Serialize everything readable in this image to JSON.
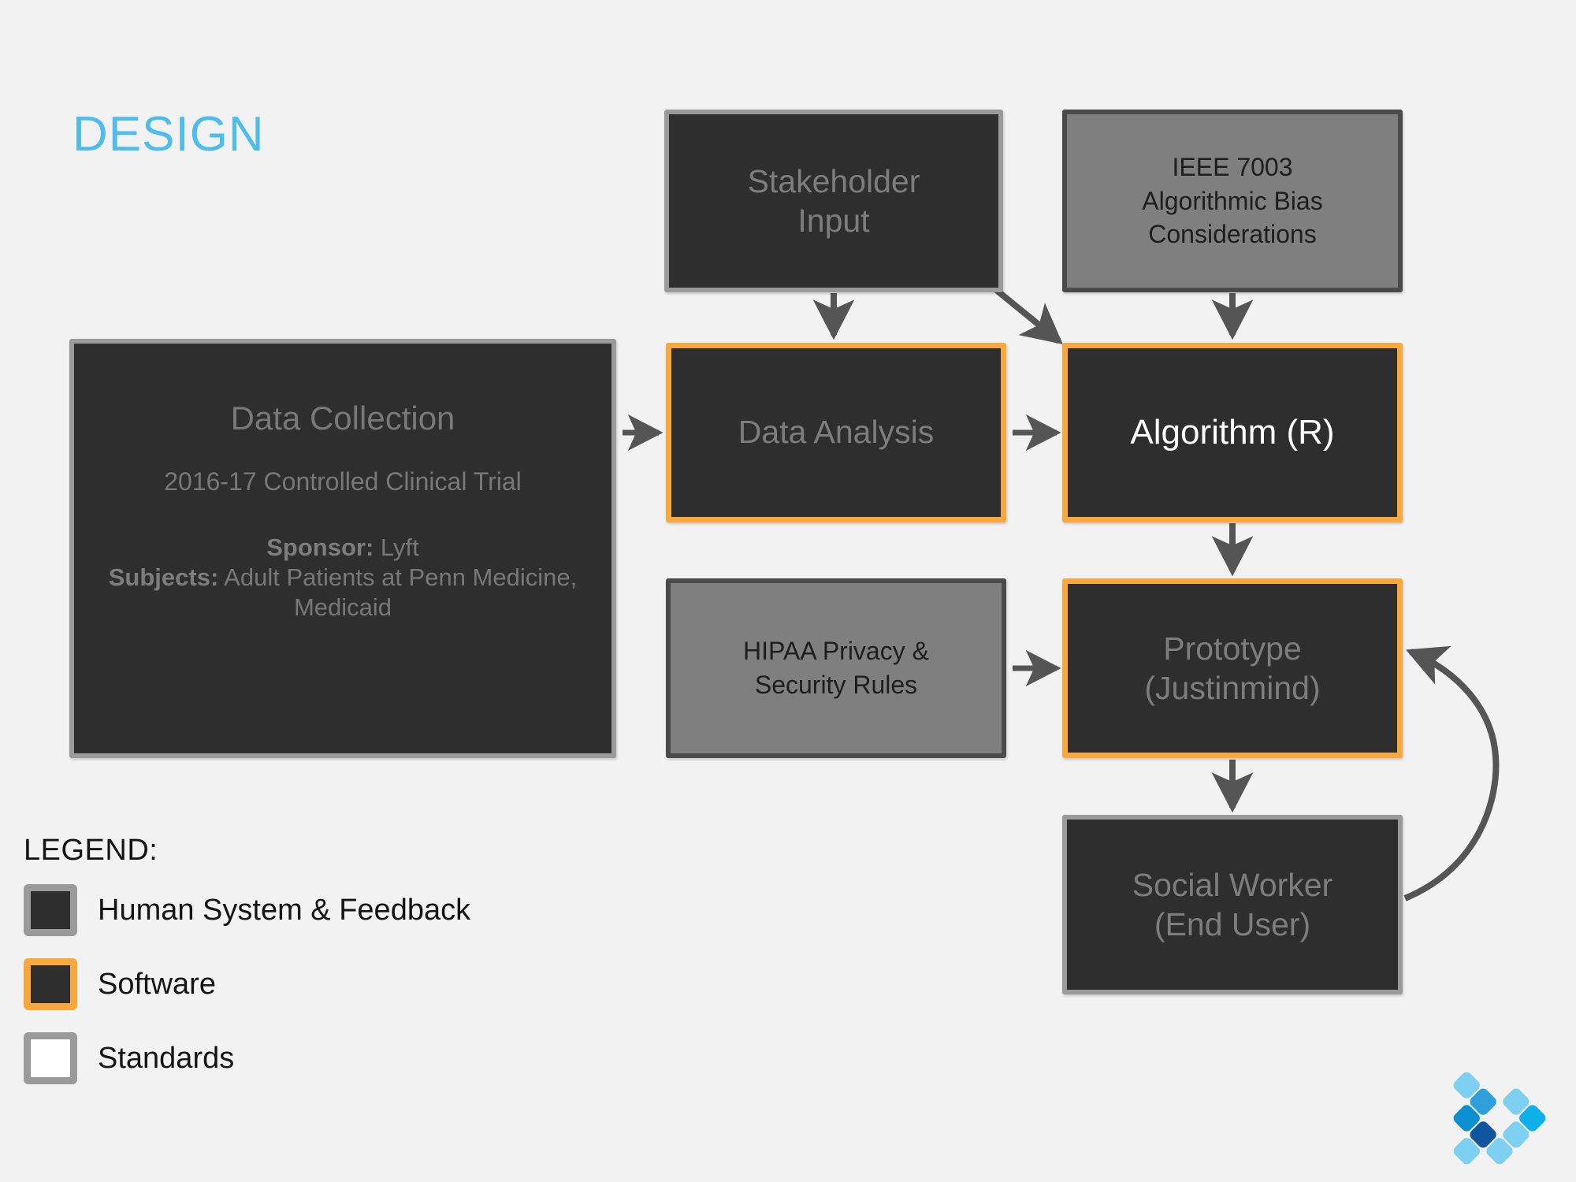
{
  "slide": {
    "title": "DESIGN",
    "title_color": "#4fbdec",
    "background_color": "#f2f2f2"
  },
  "palette": {
    "human_fill": "#2e2e2e",
    "human_border": "#9a9a9a",
    "software_fill": "#2e2e2e",
    "software_border": "#f8a83c",
    "standards_fill": "#7f7f7f",
    "standards_border": "#4a4a4a",
    "arrow_color": "#555555",
    "dim_text": "#787878",
    "white_text": "#ffffff",
    "dark_text": "#1e1e1e"
  },
  "nodes": {
    "data_collection": {
      "title": "Data Collection",
      "subtitle": "2016-17 Controlled Clinical Trial",
      "sponsor_label": "Sponsor:",
      "sponsor_value": " Lyft",
      "subjects_label": "Subjects:",
      "subjects_value": " Adult Patients at Penn Medicine, Medicaid",
      "category": "Human System & Feedback"
    },
    "stakeholder_input": {
      "line1": "Stakeholder",
      "line2": "Input",
      "category": "Human System & Feedback"
    },
    "ieee": {
      "line1": "IEEE 7003",
      "line2": "Algorithmic Bias",
      "line3": "Considerations",
      "category": "Standards"
    },
    "data_analysis": {
      "line1": "Data Analysis",
      "category": "Software"
    },
    "algorithm": {
      "line1": "Algorithm (R)",
      "category": "Software"
    },
    "hipaa": {
      "line1": "HIPAA Privacy &",
      "line2": "Security Rules",
      "category": "Standards"
    },
    "prototype": {
      "line1": "Prototype",
      "line2": "(Justinmind)",
      "category": "Software"
    },
    "social_worker": {
      "line1": "Social Worker",
      "line2": "(End User)",
      "category": "Human System & Feedback"
    }
  },
  "arrows": [
    {
      "name": "data-collection-to-data-analysis",
      "from": "Data Collection",
      "to": "Data Analysis",
      "style": "straight"
    },
    {
      "name": "stakeholder-input-to-data-analysis",
      "from": "Stakeholder Input",
      "to": "Data Analysis",
      "style": "straight"
    },
    {
      "name": "stakeholder-input-to-algorithm",
      "from": "Stakeholder Input",
      "to": "Algorithm (R)",
      "style": "diagonal"
    },
    {
      "name": "ieee-to-algorithm",
      "from": "IEEE 7003 Algorithmic Bias Considerations",
      "to": "Algorithm (R)",
      "style": "straight"
    },
    {
      "name": "data-analysis-to-algorithm",
      "from": "Data Analysis",
      "to": "Algorithm (R)",
      "style": "straight"
    },
    {
      "name": "algorithm-to-prototype",
      "from": "Algorithm (R)",
      "to": "Prototype (Justinmind)",
      "style": "straight"
    },
    {
      "name": "hipaa-to-prototype",
      "from": "HIPAA Privacy & Security Rules",
      "to": "Prototype (Justinmind)",
      "style": "straight"
    },
    {
      "name": "prototype-to-social-worker",
      "from": "Prototype (Justinmind)",
      "to": "Social Worker (End User)",
      "style": "straight"
    },
    {
      "name": "social-worker-to-prototype-feedback",
      "from": "Social Worker (End User)",
      "to": "Prototype (Justinmind)",
      "style": "curved-feedback"
    }
  ],
  "legend": {
    "heading": "LEGEND:",
    "items": [
      {
        "label": "Human System & Feedback",
        "swatch": "human",
        "fill": "#2e2e2e",
        "border": "#9a9a9a"
      },
      {
        "label": "Software",
        "swatch": "software",
        "fill": "#2e2e2e",
        "border": "#f8a83c"
      },
      {
        "label": "Standards",
        "swatch": "standards",
        "fill": "#ffffff",
        "border": "#9a9a9a"
      }
    ]
  },
  "logo": {
    "name": "diamond-cluster-logo",
    "colors": [
      "#7ed0f0",
      "#2f9fdc",
      "#0fb0e8",
      "#7ed0f0",
      "#7ed0f0",
      "#0b8fce",
      "#12559f",
      "#7ed0f0"
    ]
  }
}
